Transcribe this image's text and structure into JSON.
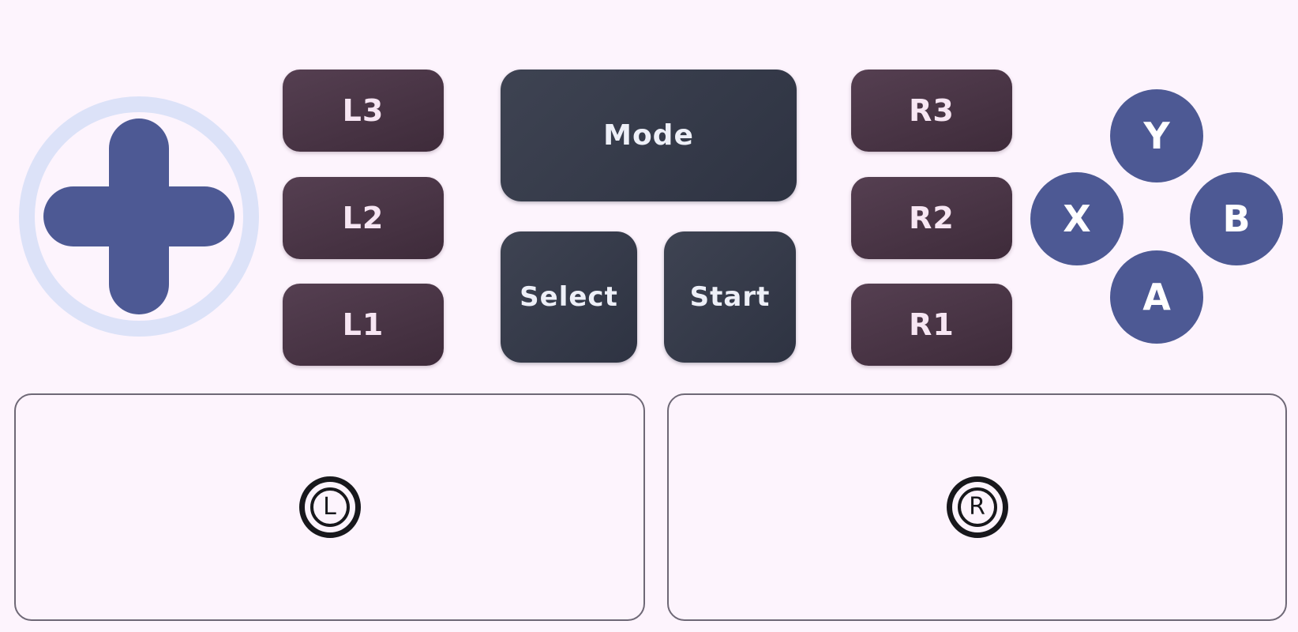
{
  "buttons": {
    "l3": "L3",
    "l2": "L2",
    "l1": "L1",
    "mode": "Mode",
    "select": "Select",
    "start": "Start",
    "r3": "R3",
    "r2": "R2",
    "r1": "R1",
    "y": "Y",
    "x": "X",
    "b": "B",
    "a": "A"
  },
  "analog_sticks": {
    "left": "L",
    "right": "R"
  },
  "colors": {
    "background": "#fdf4fd",
    "dpad": "#4d5994",
    "dpad_ring": "#dce2f8",
    "face_button": "#4d5994",
    "face_button_text": "#ffffff",
    "shoulder_gradient_start": "#553f51",
    "shoulder_gradient_end": "#3e2b3a",
    "shoulder_text": "#f7e6f3",
    "center_gradient_start": "#3e4352",
    "center_gradient_end": "#2e3342",
    "center_text": "#eef0f8",
    "stick_icon": "#18181c",
    "zone_border": "#6e6876"
  }
}
